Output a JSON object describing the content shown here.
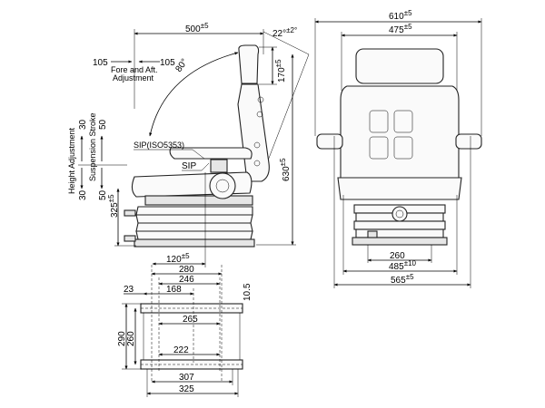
{
  "side_view": {
    "width_label": "500",
    "width_tol": "±5",
    "tilt_label": "22°",
    "tilt_tol": "±2°",
    "fore_aft_left": "105",
    "fore_aft_right": "105",
    "fore_aft_caption_1": "Fore and Aft.",
    "fore_aft_caption_2": "Adjustment",
    "backrest_angle": "80°",
    "headrest_label": "170",
    "headrest_tol": "±5",
    "sip_iso": "SIP(ISO5353)",
    "sip": "SIP",
    "height_label": "630",
    "height_tol": "±5",
    "height_adj_caption": "Height Adjustment",
    "height_adj_top": "30",
    "height_adj_bottom": "30",
    "susp_caption": "Suspension Stroke",
    "susp_top": "50",
    "susp_bottom": "50",
    "base_height": "325",
    "base_height_tol": "±5",
    "sip_offset": "120",
    "sip_offset_tol": "±5"
  },
  "front_view": {
    "overall_top": "610",
    "overall_top_tol": "±5",
    "backrest_width": "475",
    "backrest_width_tol": "±5",
    "mount_width": "260",
    "base_width": "485",
    "base_width_tol": "±10",
    "overall_bottom": "565",
    "overall_bottom_tol": "±5"
  },
  "base_plan": {
    "d280": "280",
    "d246": "246",
    "d168": "168",
    "d23": "23",
    "d10_5": "10.5",
    "d265": "265",
    "d290": "290",
    "d260": "260",
    "d222": "222",
    "d307": "307",
    "d325": "325"
  }
}
